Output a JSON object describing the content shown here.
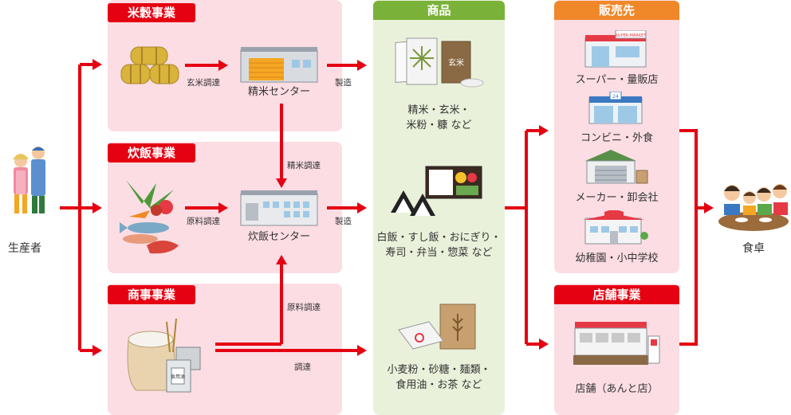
{
  "producer": {
    "label": "生産者"
  },
  "table": {
    "label": "食卓"
  },
  "sections": {
    "rice": {
      "title": "米穀事業",
      "factory": "精米センター",
      "procure": "玄米調達"
    },
    "cooked": {
      "title": "炊飯事業",
      "factory": "炊飯センター",
      "procure": "原料調達"
    },
    "trade": {
      "title": "商事事業"
    }
  },
  "flows": {
    "polished_procure": "精米調達",
    "material_procure": "原料調達",
    "procure": "調達",
    "mfg1": "製造",
    "mfg2": "製造"
  },
  "products": {
    "title": "商品",
    "group1": [
      "精米・玄米・",
      "米粉・糠 など"
    ],
    "group2": [
      "白飯・すし飯・おにぎり・",
      "寿司・弁当・惣菜 など"
    ],
    "group3": [
      "小麦粉・砂糖・麺類・",
      "食用油・お茶 など"
    ],
    "bag_label": "玄米",
    "oil_label": "食用油"
  },
  "sales": {
    "title": "販売先",
    "items": [
      "スーパー・量販店",
      "コンビニ・外食",
      "メーカー・卸会社",
      "幼稚園・小中学校"
    ],
    "supermarket_sign": "SUPER MARKET",
    "conbini_sign": "24"
  },
  "stores": {
    "title": "店舗事業",
    "label": "店舗（あんと店）"
  },
  "colors": {
    "red": "#e50012",
    "pink": "#fbdde3",
    "green": "#e9f1da",
    "green_header": "#7ab239",
    "orange": "#f0882a"
  }
}
